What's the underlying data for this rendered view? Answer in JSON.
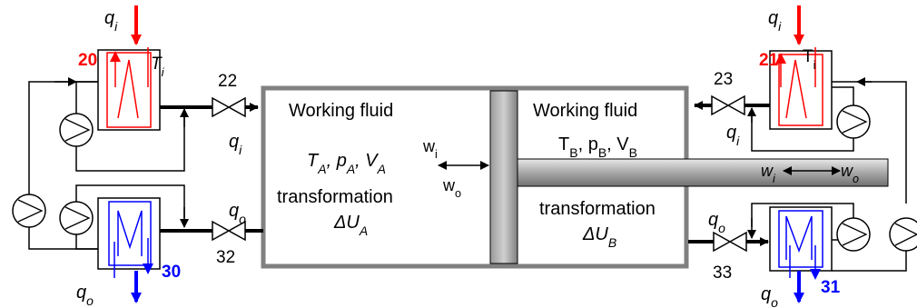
{
  "colors": {
    "hot": "#ff0000",
    "cold": "#0000ff",
    "vessel_border": "#808080",
    "piston_fill": "#a0a0a0"
  },
  "left": {
    "hot_heat": {
      "base": "q",
      "sub": "i"
    },
    "hot_port": "20",
    "hot_temp": {
      "base": "T",
      "sub": "i"
    },
    "valve_hot": "22",
    "flow_hot": {
      "base": "q",
      "sub": "i"
    },
    "valve_cold": "32",
    "flow_cold": {
      "base": "q",
      "sub": "o"
    },
    "cold_port": "30",
    "cold_heat": {
      "base": "q",
      "sub": "o"
    }
  },
  "right": {
    "hot_heat": {
      "base": "q",
      "sub": "i"
    },
    "hot_port": "21",
    "hot_temp": {
      "base": "T",
      "sub": "i"
    },
    "valve_hot": "23",
    "flow_hot": {
      "base": "q",
      "sub": "i"
    },
    "valve_cold": "33",
    "flow_cold": {
      "base": "q",
      "sub": "o"
    },
    "cold_port": "31",
    "cold_heat": {
      "base": "q",
      "sub": "o"
    }
  },
  "chamber_a": {
    "title": "Working fluid",
    "state": [
      {
        "base": "T",
        "sub": "A"
      },
      {
        "base": "p",
        "sub": "A"
      },
      {
        "base": "V",
        "sub": "A"
      }
    ],
    "process": "transformation",
    "energy": {
      "base": "ΔU",
      "sub": "A"
    }
  },
  "chamber_b": {
    "title": "Working fluid",
    "state": [
      {
        "base": "T",
        "sub": "B"
      },
      {
        "base": "p",
        "sub": "B"
      },
      {
        "base": "V",
        "sub": "B"
      }
    ],
    "process": "transformation",
    "energy": {
      "base": "ΔU",
      "sub": "B"
    }
  },
  "piston": {
    "work_in_left": {
      "base": "w",
      "sub": "i"
    },
    "work_out_left": {
      "base": "w",
      "sub": "o"
    },
    "work_in_rod": {
      "base": "w",
      "sub": "i"
    },
    "work_out_rod": {
      "base": "w",
      "sub": "o"
    }
  }
}
